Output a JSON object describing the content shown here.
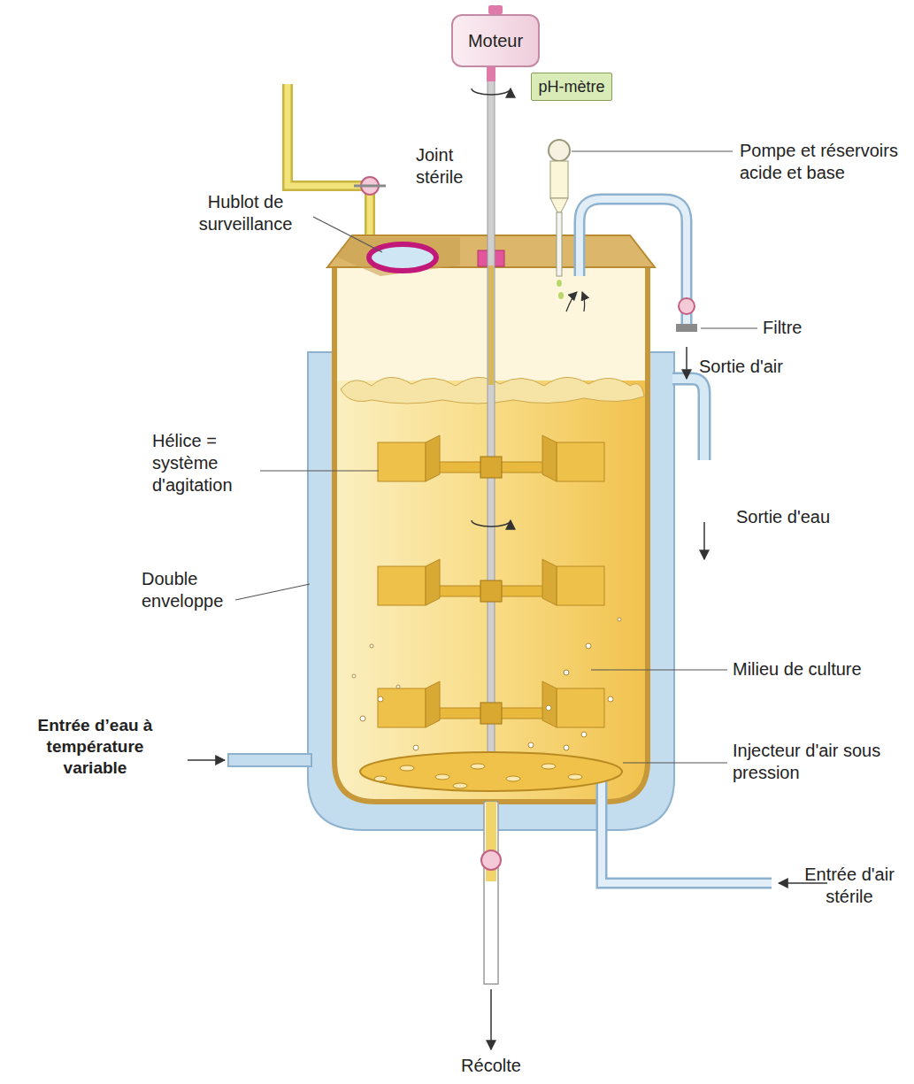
{
  "diagram": {
    "nodes": [
      {
        "text": [
          "Moteur"
        ]
      },
      {
        "text": [
          "pH-mètre"
        ]
      }
    ],
    "labels": [
      "Joint stérile",
      "Hublot de surveillance",
      "Pompe et réservoirs acide et base",
      "Filtre",
      "Sortie d'air",
      "Hélice = système d'agitation",
      "Sortie d'eau",
      "Double enveloppe",
      "Milieu de culture",
      "Entrée d’eau à température variable",
      "Injecteur d'air sous pression",
      "Entrée d'air stérile",
      "Récolte"
    ]
  }
}
